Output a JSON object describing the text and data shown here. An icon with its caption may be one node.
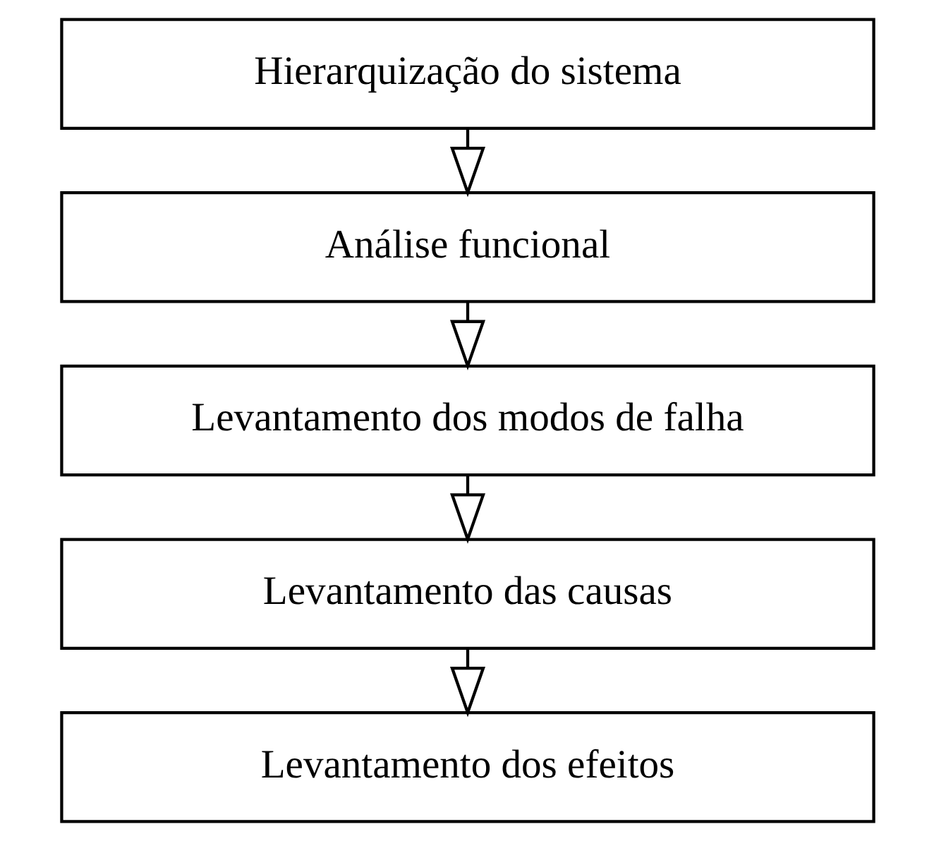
{
  "diagram": {
    "nodes": [
      {
        "text": [
          "Hierarquização do sistema"
        ]
      },
      {
        "text": [
          "Análise funcional"
        ]
      },
      {
        "text": [
          "Levantamento dos modos de falha"
        ]
      },
      {
        "text": [
          "Levantamento das causas"
        ]
      },
      {
        "text": [
          "Levantamento dos efeitos"
        ]
      }
    ],
    "edges": [
      {
        "from": 0,
        "to": 1,
        "arrow": "to"
      },
      {
        "from": 1,
        "to": 2,
        "arrow": "to"
      },
      {
        "from": 2,
        "to": 3,
        "arrow": "to"
      },
      {
        "from": 3,
        "to": 4,
        "arrow": "to"
      }
    ]
  }
}
